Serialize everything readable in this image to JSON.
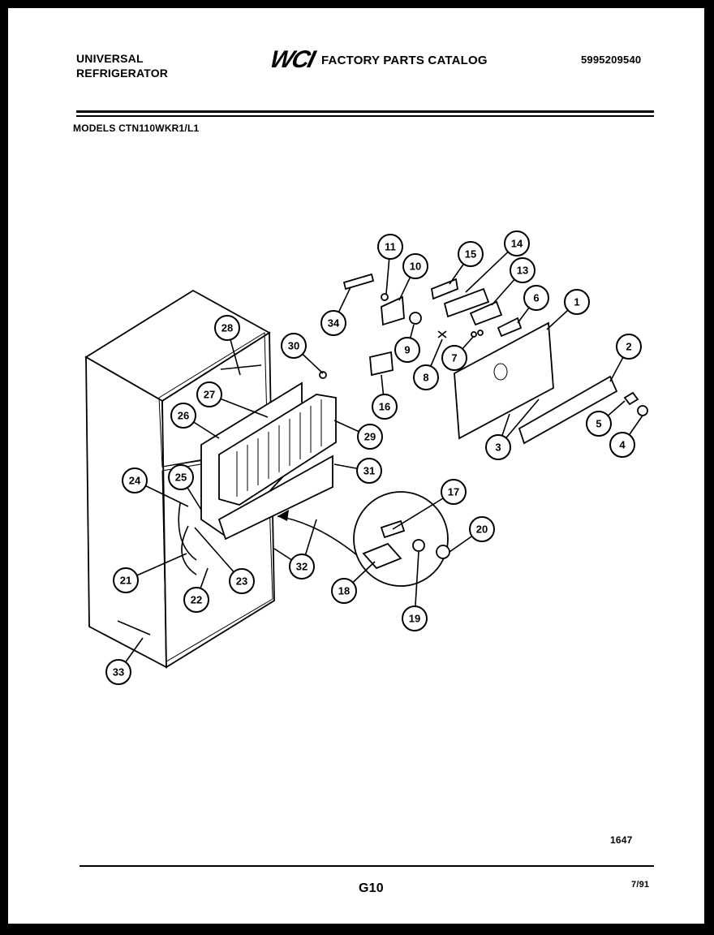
{
  "header": {
    "brand_line1": "UNIVERSAL",
    "brand_line2": "REFRIGERATOR",
    "logo_text": "WCI",
    "catalog_title": "FACTORY PARTS CATALOG",
    "catalog_number": "5995209540"
  },
  "models": "MODELS CTN110WKR1/L1",
  "callouts": [
    "1",
    "2",
    "3",
    "4",
    "5",
    "6",
    "7",
    "8",
    "9",
    "10",
    "11",
    "13",
    "14",
    "15",
    "16",
    "17",
    "18",
    "19",
    "20",
    "21",
    "22",
    "23",
    "24",
    "25",
    "26",
    "27",
    "28",
    "29",
    "30",
    "31",
    "32",
    "33",
    "34"
  ],
  "footer": {
    "diagram_number": "1647",
    "page_code": "G10",
    "date_code": "7/91"
  }
}
